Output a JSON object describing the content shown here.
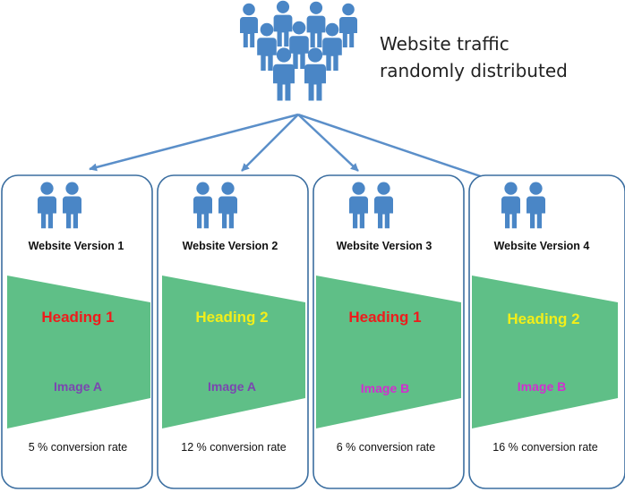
{
  "caption": {
    "line1": "Website traffic",
    "line2": "randomly distributed"
  },
  "colors": {
    "people": "#4a86c6",
    "arrow": "#5b8fc9",
    "card_border": "#3b6ea0",
    "funnel": "#5fbf87",
    "heading_red": "#ee1c1c",
    "heading_yellow": "#f2ee1a",
    "image_purple": "#7b46b0",
    "image_magenta": "#d22ecf"
  },
  "icons": {
    "crowd": "crowd-of-people-icon",
    "pair": "pair-of-people-icon"
  },
  "versions": [
    {
      "title": "Website Version 1",
      "heading": "Heading  1",
      "heading_color": "#ee1c1c",
      "image": "Image A",
      "image_color": "#7b46b0",
      "rate": "5 % conversion rate"
    },
    {
      "title": "Website Version 2",
      "heading": "Heading  2",
      "heading_color": "#f2ee1a",
      "image": "Image A",
      "image_color": "#7b46b0",
      "rate": "12 % conversion rate"
    },
    {
      "title": "Website Version 3",
      "heading": "Heading  1",
      "heading_color": "#ee1c1c",
      "image": "Image B",
      "image_color": "#d22ecf",
      "rate": "6 % conversion rate"
    },
    {
      "title": "Website Version 4",
      "heading": "Heading  2",
      "heading_color": "#f2ee1a",
      "image": "Image B",
      "image_color": "#d22ecf",
      "rate": "16 % conversion rate"
    }
  ]
}
